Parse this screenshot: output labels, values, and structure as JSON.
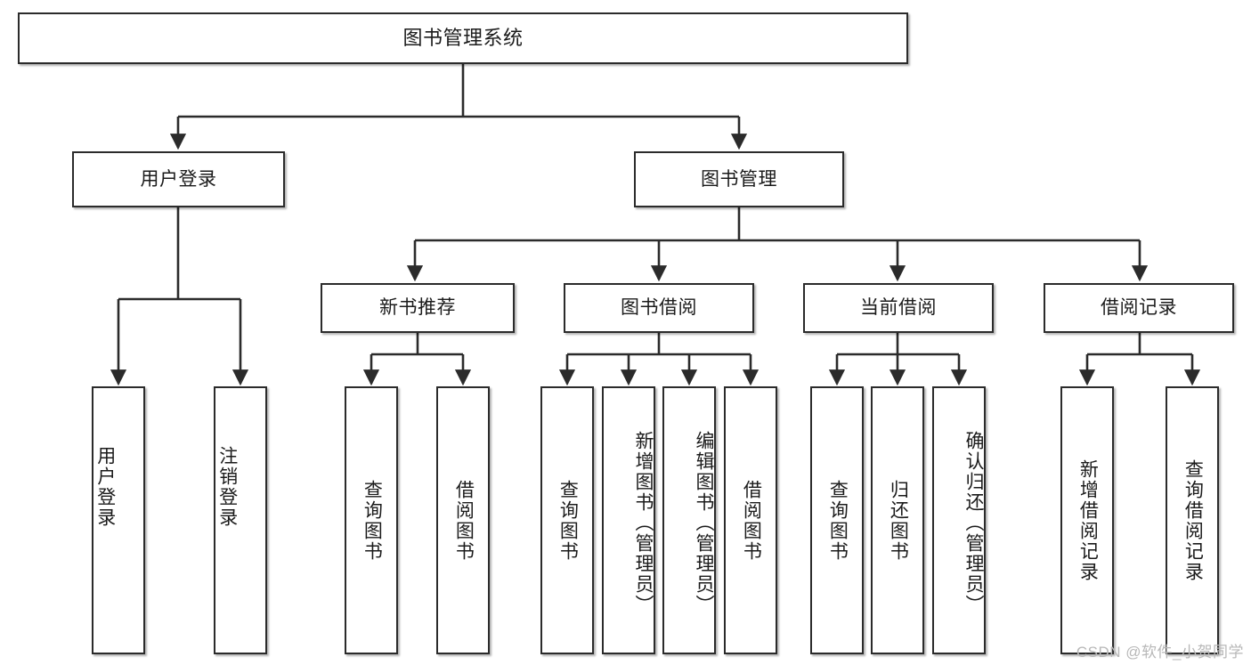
{
  "diagram": {
    "title": "图书管理系统",
    "type": "hierarchy-tree",
    "watermark": "CSDN @软件_小贺同学",
    "colors": {
      "stroke": "#2b2b2b",
      "fill": "#ffffff",
      "text": "#1b1b1b",
      "watermark": "#b8b8b8"
    },
    "nodes": {
      "root": {
        "label": "图书管理系统",
        "level": 0
      },
      "level1": [
        {
          "id": "user-login",
          "label": "用户登录"
        },
        {
          "id": "book-manage",
          "label": "图书管理"
        }
      ],
      "level2": [
        {
          "id": "new-book-recommend",
          "label": "新书推荐",
          "parent": "book-manage"
        },
        {
          "id": "book-borrow",
          "label": "图书借阅",
          "parent": "book-manage"
        },
        {
          "id": "current-borrow",
          "label": "当前借阅",
          "parent": "book-manage"
        },
        {
          "id": "borrow-record",
          "label": "借阅记录",
          "parent": "book-manage"
        }
      ],
      "leaves": [
        {
          "id": "leaf-user-login",
          "label": "用户登录",
          "parent": "user-login"
        },
        {
          "id": "leaf-user-logout",
          "label": "注销登录",
          "parent": "user-login"
        },
        {
          "id": "leaf-query-book-1",
          "label": "查询图书",
          "parent": "new-book-recommend"
        },
        {
          "id": "leaf-borrow-book-1",
          "label": "借阅图书",
          "parent": "new-book-recommend"
        },
        {
          "id": "leaf-query-book-2",
          "label": "查询图书",
          "parent": "book-borrow"
        },
        {
          "id": "leaf-add-book",
          "label": "新增图书（管理员）",
          "parent": "book-borrow"
        },
        {
          "id": "leaf-edit-book",
          "label": "编辑图书（管理员）",
          "parent": "book-borrow"
        },
        {
          "id": "leaf-borrow-book-2",
          "label": "借阅图书",
          "parent": "book-borrow"
        },
        {
          "id": "leaf-query-book-3",
          "label": "查询图书",
          "parent": "current-borrow"
        },
        {
          "id": "leaf-return-book",
          "label": "归还图书",
          "parent": "current-borrow"
        },
        {
          "id": "leaf-confirm-return",
          "label": "确认归还（管理员）",
          "parent": "current-borrow"
        },
        {
          "id": "leaf-add-record",
          "label": "新增借阅记录",
          "parent": "borrow-record"
        },
        {
          "id": "leaf-query-record",
          "label": "查询借阅记录",
          "parent": "borrow-record"
        }
      ]
    }
  }
}
